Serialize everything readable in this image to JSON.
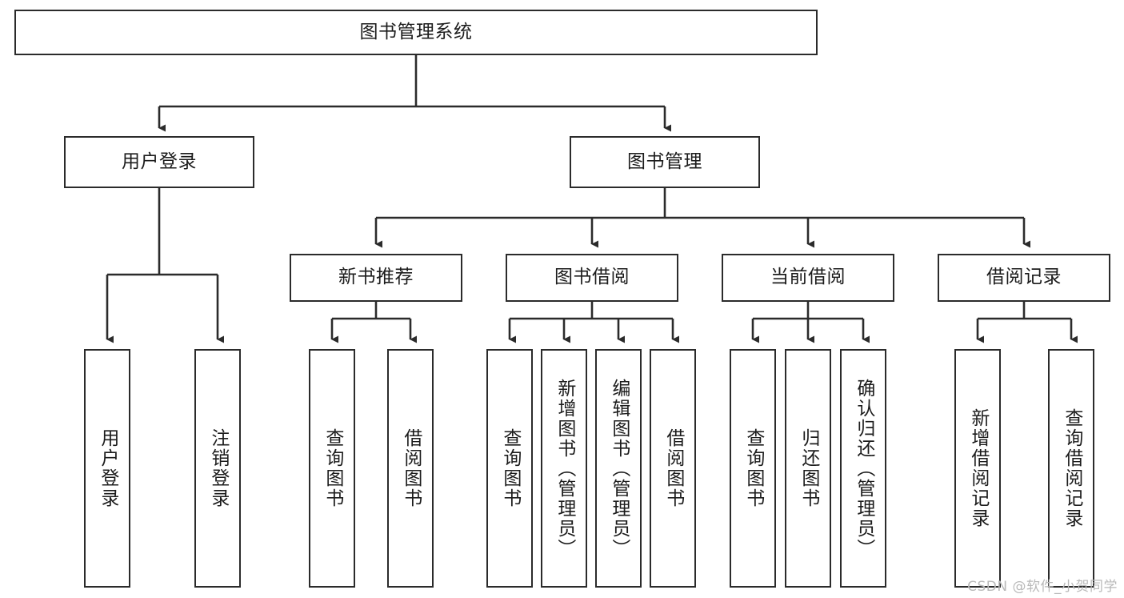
{
  "diagram": {
    "title": "图书管理系统",
    "watermark": "CSDN @软件_小贺同学",
    "accent_color": "#2b2b2b",
    "background_color": "#ffffff",
    "root": {
      "label": "图书管理系统"
    },
    "level2": [
      {
        "label": "用户登录"
      },
      {
        "label": "图书管理"
      }
    ],
    "level3": [
      {
        "label": "新书推荐"
      },
      {
        "label": "图书借阅"
      },
      {
        "label": "当前借阅"
      },
      {
        "label": "借阅记录"
      }
    ],
    "leaves": {
      "user_login": [
        {
          "label": "用户登录"
        },
        {
          "label": "注销登录"
        }
      ],
      "new_book_recommend": [
        {
          "label": "查询图书"
        },
        {
          "label": "借阅图书"
        }
      ],
      "book_borrow": [
        {
          "label": "查询图书"
        },
        {
          "label": "新增图书（管理员）"
        },
        {
          "label": "编辑图书（管理员）"
        },
        {
          "label": "借阅图书"
        }
      ],
      "current_borrow": [
        {
          "label": "查询图书"
        },
        {
          "label": "归还图书"
        },
        {
          "label": "确认归还（管理员）"
        }
      ],
      "borrow_record": [
        {
          "label": "新增借阅记录"
        },
        {
          "label": "查询借阅记录"
        }
      ]
    }
  }
}
